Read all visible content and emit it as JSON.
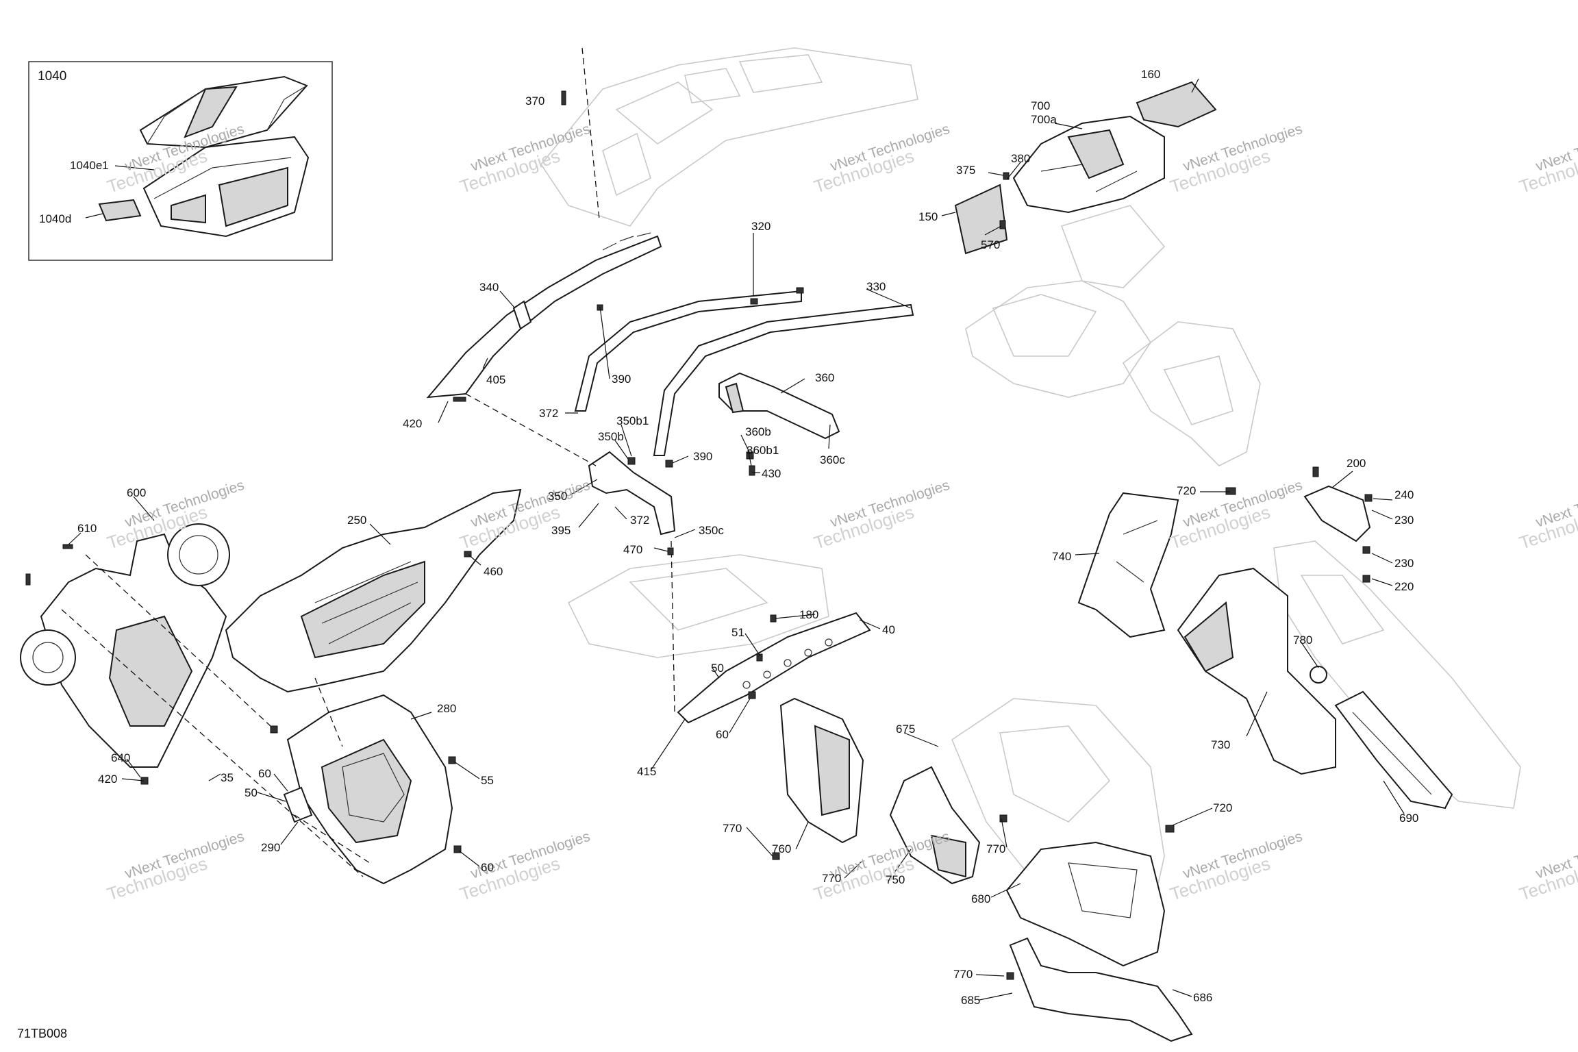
{
  "diagram": {
    "figure_code": "71TB008",
    "watermark": {
      "line1": "vNext Technologies",
      "line2": "Technologies"
    },
    "inset": {
      "label": "1040"
    },
    "callouts": [
      {
        "id": "c1040e1",
        "text": "1040e1"
      },
      {
        "id": "c1040d",
        "text": "1040d"
      },
      {
        "id": "c370",
        "text": "370"
      },
      {
        "id": "c320",
        "text": "320"
      },
      {
        "id": "c330",
        "text": "330"
      },
      {
        "id": "c340",
        "text": "340"
      },
      {
        "id": "c405",
        "text": "405"
      },
      {
        "id": "c390a",
        "text": "390"
      },
      {
        "id": "c372a",
        "text": "372"
      },
      {
        "id": "c420a",
        "text": "420"
      },
      {
        "id": "c360",
        "text": "360"
      },
      {
        "id": "c350b1",
        "text": "350b1"
      },
      {
        "id": "c350b",
        "text": "350b"
      },
      {
        "id": "c360b",
        "text": "360b"
      },
      {
        "id": "c360b1",
        "text": "360b1"
      },
      {
        "id": "c360c",
        "text": "360c"
      },
      {
        "id": "c390b",
        "text": "390"
      },
      {
        "id": "c430",
        "text": "430"
      },
      {
        "id": "c350",
        "text": "350"
      },
      {
        "id": "c372b",
        "text": "372"
      },
      {
        "id": "c395",
        "text": "395"
      },
      {
        "id": "c350c",
        "text": "350c"
      },
      {
        "id": "c470",
        "text": "470"
      },
      {
        "id": "c160",
        "text": "160"
      },
      {
        "id": "c700",
        "text": "700"
      },
      {
        "id": "c700a",
        "text": "700a"
      },
      {
        "id": "c375",
        "text": "375"
      },
      {
        "id": "c380",
        "text": "380"
      },
      {
        "id": "c150",
        "text": "150"
      },
      {
        "id": "c570",
        "text": "570"
      },
      {
        "id": "c600",
        "text": "600"
      },
      {
        "id": "c610",
        "text": "610"
      },
      {
        "id": "c250",
        "text": "250"
      },
      {
        "id": "c460",
        "text": "460"
      },
      {
        "id": "c280",
        "text": "280"
      },
      {
        "id": "c640",
        "text": "640"
      },
      {
        "id": "c420b",
        "text": "420"
      },
      {
        "id": "c35",
        "text": "35"
      },
      {
        "id": "c60a",
        "text": "60"
      },
      {
        "id": "c50a",
        "text": "50"
      },
      {
        "id": "c55",
        "text": "55"
      },
      {
        "id": "c290",
        "text": "290"
      },
      {
        "id": "c60b",
        "text": "60"
      },
      {
        "id": "c180",
        "text": "180"
      },
      {
        "id": "c40",
        "text": "40"
      },
      {
        "id": "c51",
        "text": "51"
      },
      {
        "id": "c50b",
        "text": "50"
      },
      {
        "id": "c60c",
        "text": "60"
      },
      {
        "id": "c415",
        "text": "415"
      },
      {
        "id": "c675",
        "text": "675"
      },
      {
        "id": "c770a",
        "text": "770"
      },
      {
        "id": "c760",
        "text": "760"
      },
      {
        "id": "c770b",
        "text": "770"
      },
      {
        "id": "c750",
        "text": "750"
      },
      {
        "id": "c770c",
        "text": "770"
      },
      {
        "id": "c720a",
        "text": "720"
      },
      {
        "id": "c200",
        "text": "200"
      },
      {
        "id": "c240",
        "text": "240"
      },
      {
        "id": "c230a",
        "text": "230"
      },
      {
        "id": "c230b",
        "text": "230"
      },
      {
        "id": "c220",
        "text": "220"
      },
      {
        "id": "c740",
        "text": "740"
      },
      {
        "id": "c780",
        "text": "780"
      },
      {
        "id": "c730",
        "text": "730"
      },
      {
        "id": "c690",
        "text": "690"
      },
      {
        "id": "c720b",
        "text": "720"
      },
      {
        "id": "c680",
        "text": "680"
      },
      {
        "id": "c770d",
        "text": "770"
      },
      {
        "id": "c685",
        "text": "685"
      },
      {
        "id": "c686",
        "text": "686"
      }
    ]
  }
}
